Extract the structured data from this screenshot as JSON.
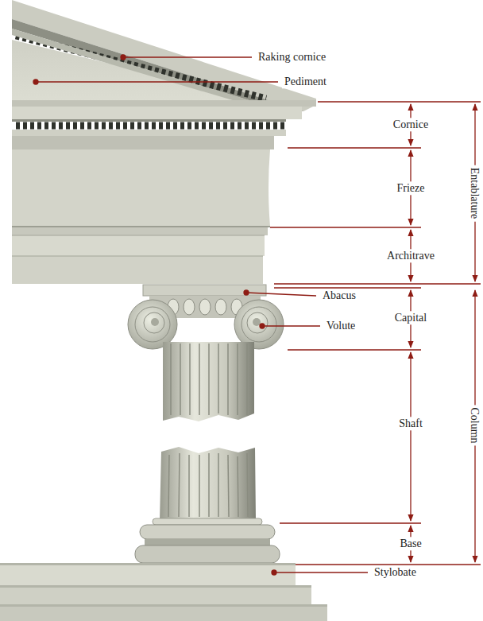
{
  "diagram": {
    "labels": [
      "Raking cornice",
      "Pediment",
      "Cornice",
      "Entablature",
      "Frieze",
      "Architrave",
      "Abacus",
      "Capital",
      "Volute",
      "Shaft",
      "Column",
      "Base",
      "Stylobate"
    ]
  }
}
